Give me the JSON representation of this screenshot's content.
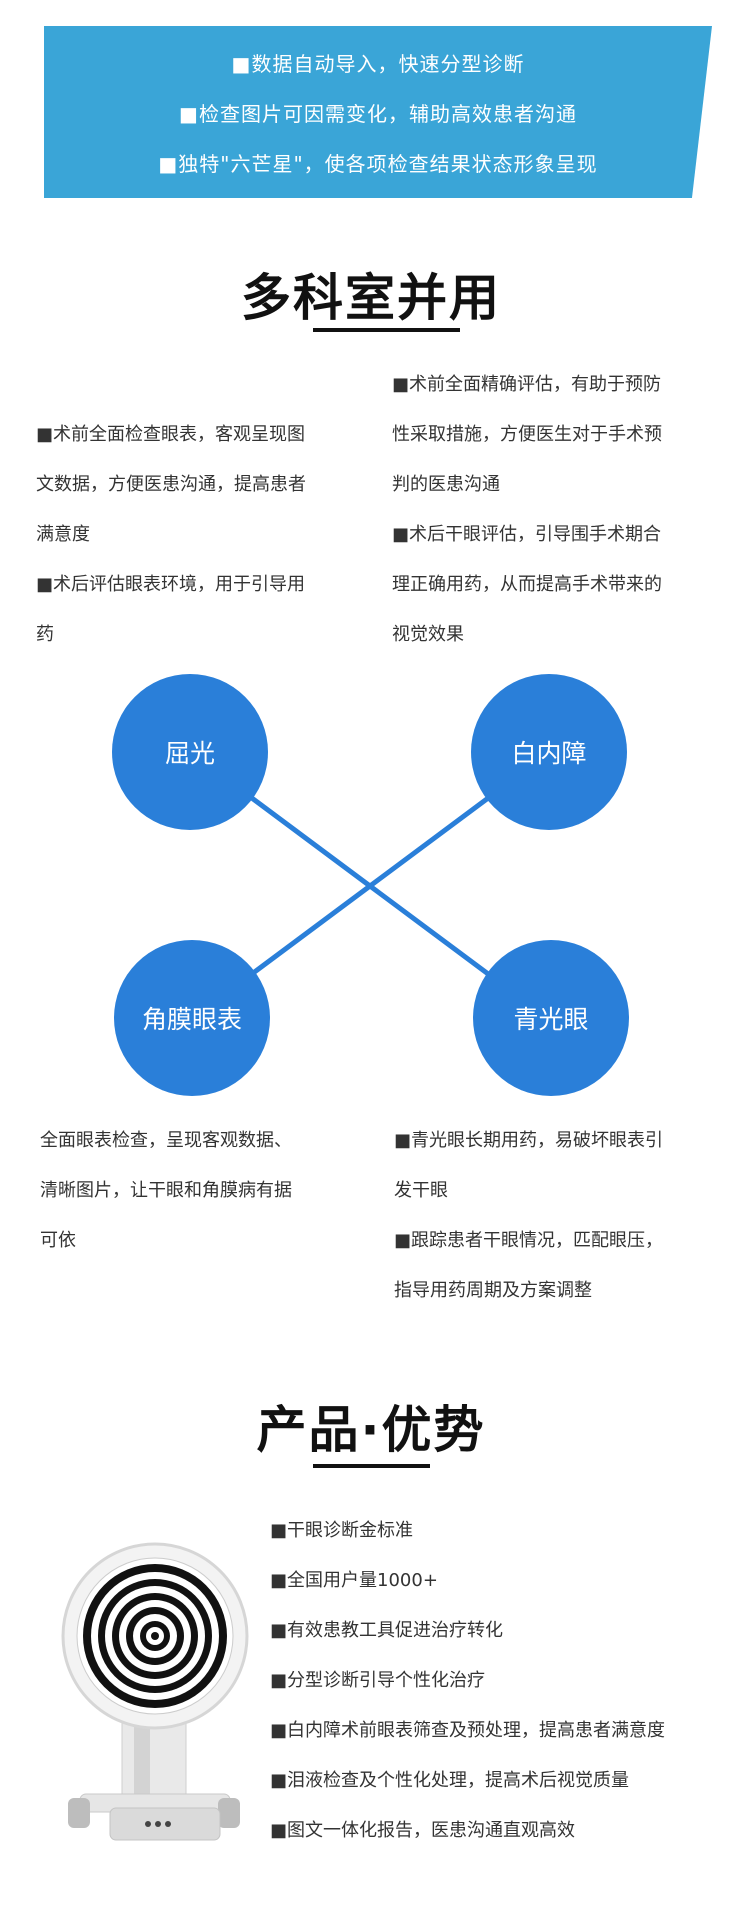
{
  "banner": {
    "lines": [
      "■数据自动导入，快速分型诊断",
      "■检查图片可因需变化，辅助高效患者沟通",
      "■独特\"六芒星\"，使各项检查结果状态形象呈现"
    ]
  },
  "section1": {
    "title": "多科室并用",
    "left_top": [
      "■术前全面检查眼表，客观呈现图",
      "文数据，方便医患沟通，提高患者",
      "满意度",
      "■术后评估眼表环境，用于引导用",
      "药"
    ],
    "right_top": [
      "■术前全面精确评估，有助于预防",
      "性采取措施，方便医生对于手术预",
      "判的医患沟通",
      "■术后干眼评估，引导围手术期合",
      "理正确用药，从而提高手术带来的",
      "视觉效果"
    ],
    "circles": {
      "top_left": "屈光",
      "top_right": "白内障",
      "bottom_left": "角膜眼表",
      "bottom_right": "青光眼"
    },
    "left_bottom": [
      "全面眼表检查，呈现客观数据、",
      "清晰图片，让干眼和角膜病有据",
      "可依"
    ],
    "right_bottom": [
      "■青光眼长期用药，易破坏眼表引",
      "发干眼",
      "■跟踪患者干眼情况，匹配眼压，",
      "指导用药周期及方案调整"
    ]
  },
  "section2": {
    "title": "产品·优势",
    "items": [
      "■干眼诊断金标准",
      "■全国用户量1000+",
      "■有效患教工具促进治疗转化",
      "■分型诊断引导个性化治疗",
      "■白内障术前眼表筛查及预处理，提高患者满意度",
      "■泪液检查及个性化处理，提高术后视觉质量",
      "■图文一体化报告，医患沟通直观高效"
    ]
  },
  "colors": {
    "banner": "#3aa5d7",
    "circle": "#2a7fd9",
    "line": "#2a7fd9"
  }
}
